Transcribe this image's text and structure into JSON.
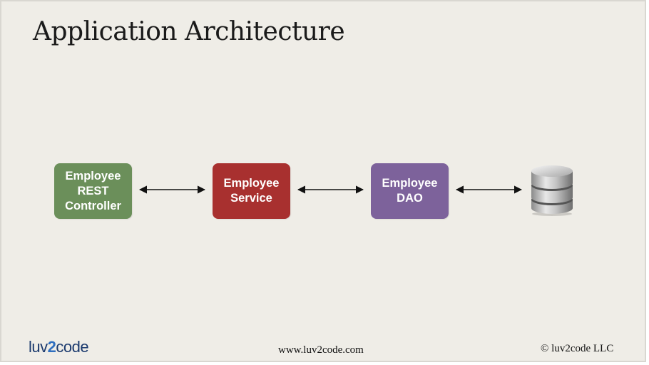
{
  "slide": {
    "title": "Application Architecture"
  },
  "diagram": {
    "boxes": [
      {
        "id": "controller",
        "label": "Employee\nREST\nController",
        "color": "#6b8f5a"
      },
      {
        "id": "service",
        "label": "Employee\nService",
        "color": "#a8302f"
      },
      {
        "id": "dao",
        "label": "Employee\nDAO",
        "color": "#7d629b"
      }
    ],
    "connectors": "bidirectional-arrows",
    "database_icon": "database-icon"
  },
  "footer": {
    "logo_text_a": "luv",
    "logo_text_b": "2",
    "logo_text_c": "code",
    "url": "www.luv2code.com",
    "copyright": "© luv2code LLC"
  }
}
